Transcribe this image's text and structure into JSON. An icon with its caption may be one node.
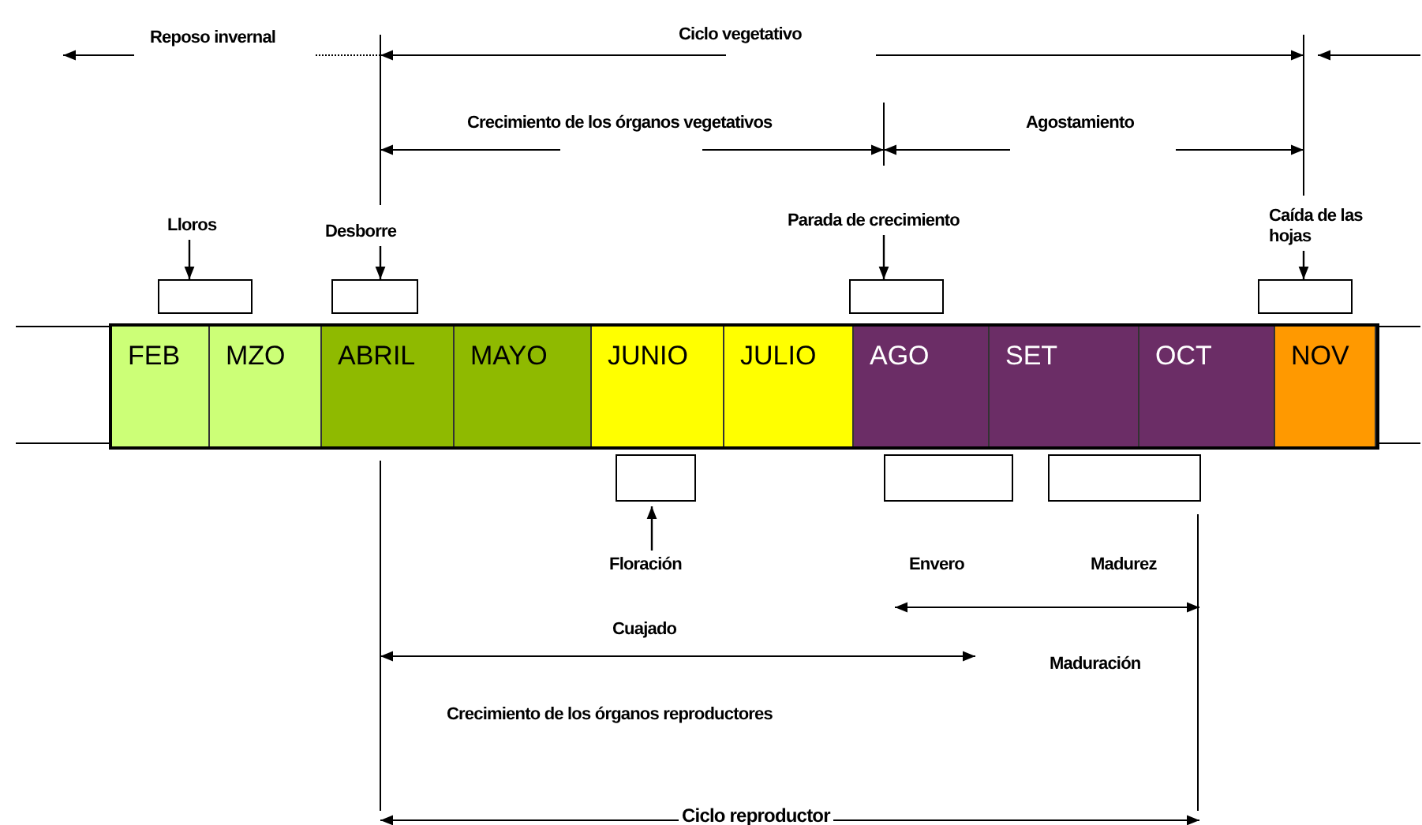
{
  "diagram": {
    "nodes": [
      {
        "text": [
          "Lloros"
        ]
      },
      {
        "text": [
          "Desborre"
        ]
      },
      {
        "text": [
          "Parada de crecimiento"
        ]
      },
      {
        "text": [
          "Caída de las hojas"
        ]
      },
      {
        "text": [],
        "shape": "box"
      },
      {
        "text": [],
        "shape": "box"
      },
      {
        "text": [],
        "shape": "box"
      },
      {
        "text": [],
        "shape": "box"
      },
      {
        "text": [
          "FEB"
        ]
      },
      {
        "text": [
          "MZO"
        ]
      },
      {
        "text": [
          "ABRIL"
        ]
      },
      {
        "text": [
          "MAYO"
        ]
      },
      {
        "text": [
          "JUNIO"
        ]
      },
      {
        "text": [
          "JULIO"
        ]
      },
      {
        "text": [
          "AGO"
        ]
      },
      {
        "text": [
          "SET"
        ]
      },
      {
        "text": [
          "OCT"
        ]
      },
      {
        "text": [
          "NOV"
        ]
      },
      {
        "text": [],
        "shape": "box"
      },
      {
        "text": [],
        "shape": "box"
      },
      {
        "text": [],
        "shape": "box"
      },
      {
        "text": [
          "Floración"
        ]
      },
      {
        "text": [
          "Envero"
        ]
      },
      {
        "text": [
          "Madurez"
        ]
      }
    ],
    "edges": [
      {
        "from": 0,
        "to": 4,
        "arrow": "to"
      },
      {
        "from": 1,
        "to": 5,
        "arrow": "to"
      },
      {
        "from": 2,
        "to": 6,
        "arrow": "to"
      },
      {
        "from": 3,
        "to": 7,
        "arrow": "to"
      },
      {
        "from": 21,
        "to": 18,
        "arrow": "to"
      }
    ],
    "labels": [
      "Reposo invernal",
      "Ciclo vegetativo",
      "Crecimiento de los órganos vegetativos",
      "Agostamiento",
      "Cuajado",
      "Maduración",
      "Crecimiento de los órganos reproductores",
      "Ciclo reproductor"
    ]
  }
}
